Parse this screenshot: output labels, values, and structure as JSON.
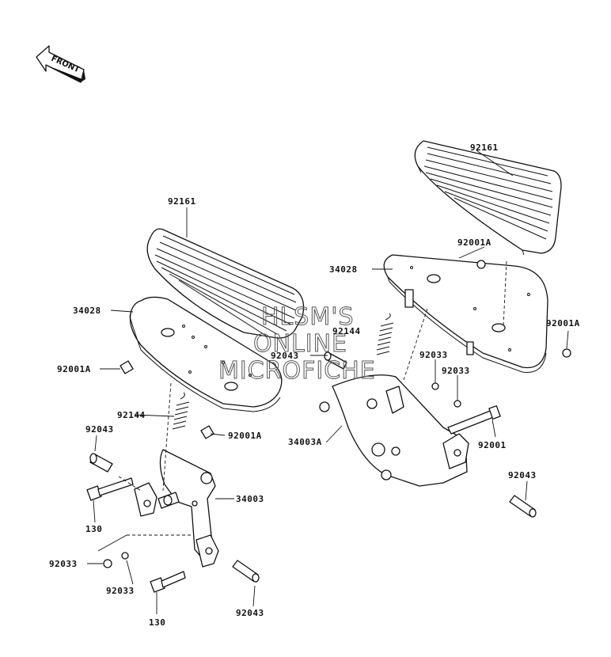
{
  "orientation": {
    "label": "FRONT"
  },
  "watermark": {
    "line1": "HLSM'S",
    "line2": "ONLINE",
    "line3": "MICROFICHE"
  },
  "callouts": {
    "right_board": "92161",
    "left_board": "92161",
    "right_pad": "34028",
    "left_pad": "34028",
    "right_bolt_cap": "92001A",
    "right_bolt_cap_b": "92001A",
    "left_bolt_cap": "92001A",
    "left_bolt_cap_b": "92001A",
    "right_spring": "92144",
    "left_spring": "92144",
    "right_pin_top": "92043",
    "left_pin_top": "92043",
    "right_pin_bottom": "92043",
    "left_pin_bottom": "92043",
    "right_clip_a": "92033",
    "right_clip_b": "92033",
    "left_clip_a": "92033",
    "left_clip_b": "92033",
    "right_bracket": "34003A",
    "left_bracket": "34003",
    "right_bolt": "92001",
    "left_bolt_a": "130",
    "left_bolt_b": "130"
  }
}
